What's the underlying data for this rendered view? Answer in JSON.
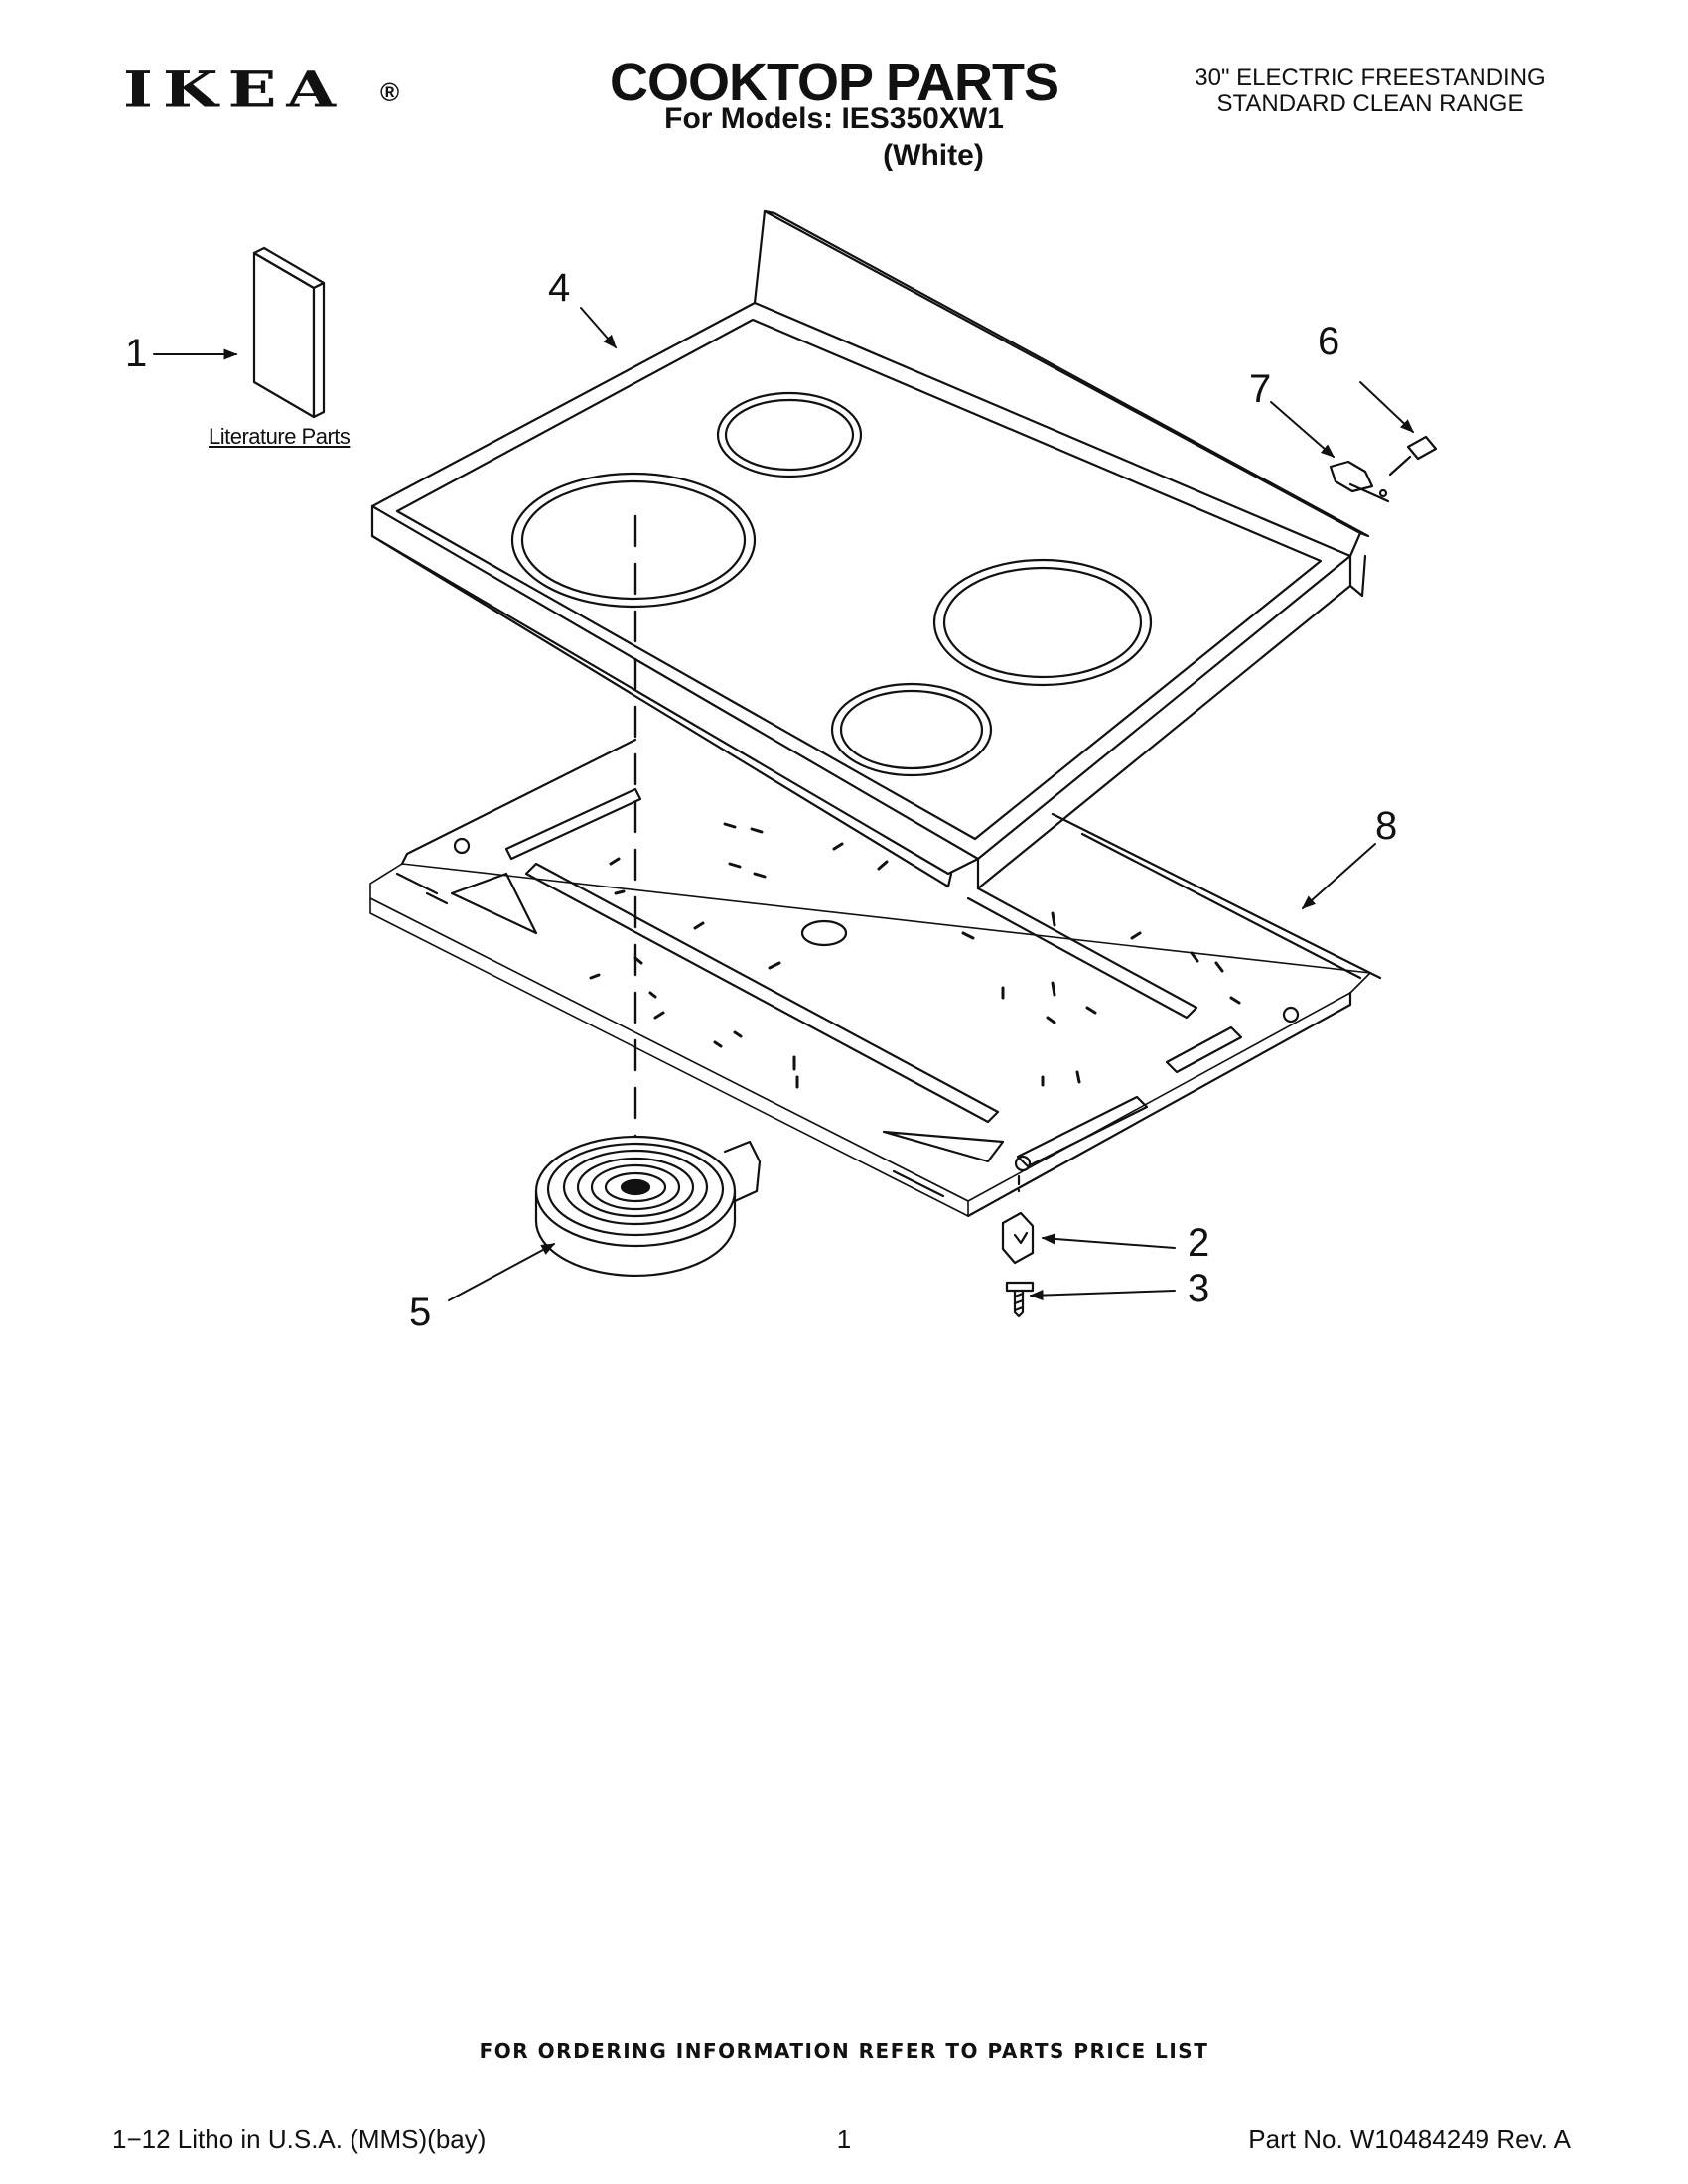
{
  "header": {
    "brand": "IKEA",
    "registered_mark": "®",
    "title": "COOKTOP PARTS",
    "models_line": "For Models: IES350XW1",
    "variant": "(White)",
    "product_line_1": "30\" ELECTRIC FREESTANDING",
    "product_line_2": "STANDARD CLEAN RANGE"
  },
  "diagram": {
    "literature_label": "Literature Parts",
    "callouts": [
      "1",
      "2",
      "3",
      "4",
      "5",
      "6",
      "7",
      "8"
    ]
  },
  "footer": {
    "ordering_note": "FOR ORDERING INFORMATION REFER TO PARTS PRICE LIST",
    "litho": "1−12 Litho in U.S.A. (MMS)(bay)",
    "page_number": "1",
    "part_number": "Part No. W10484249 Rev. A"
  }
}
